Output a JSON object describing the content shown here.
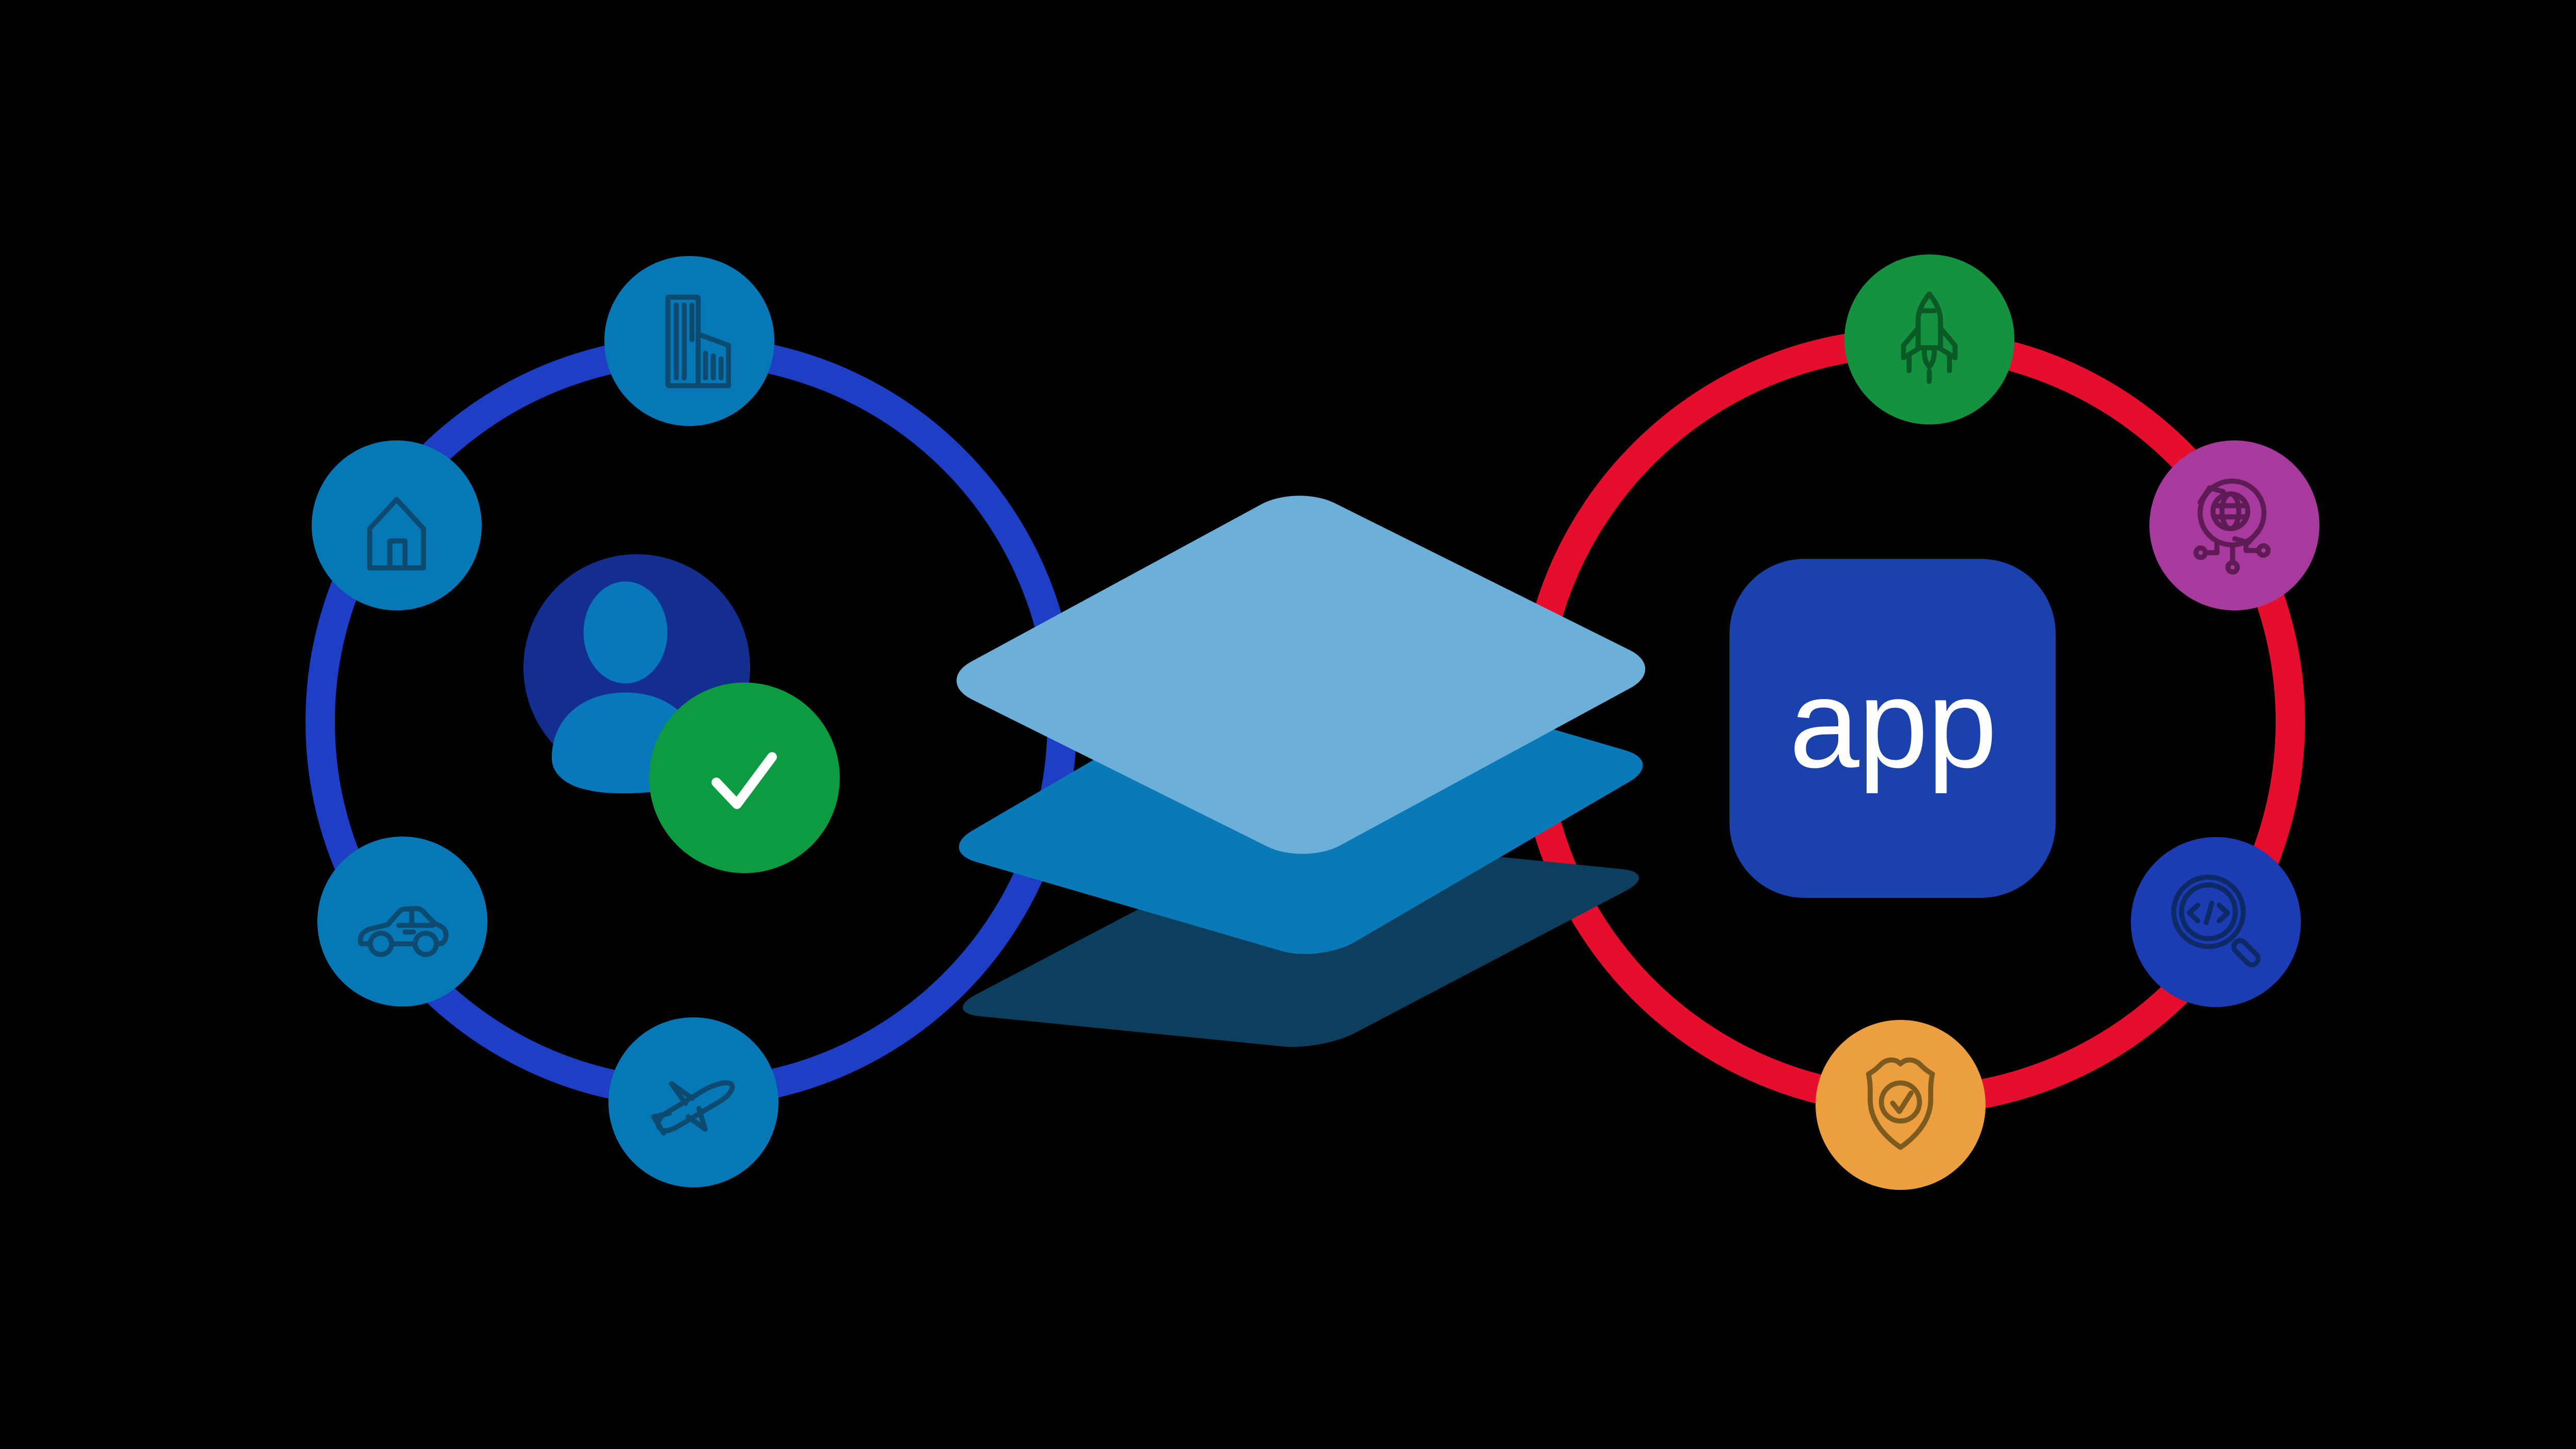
{
  "illustration": {
    "background_color": "#000000",
    "left_ring": {
      "ring_color": "#1e3ec6",
      "node_fill": "#0678b6",
      "node_stroke": "#0d4a70",
      "nodes": [
        {
          "label": "building",
          "icon": "building-icon",
          "position": "top"
        },
        {
          "label": "house",
          "icon": "house-icon",
          "position": "upper-left"
        },
        {
          "label": "car",
          "icon": "car-icon",
          "position": "lower-left"
        },
        {
          "label": "airplane",
          "icon": "airplane-icon",
          "position": "bottom"
        }
      ],
      "avatar": {
        "icon": "person-icon",
        "circle_color": "#132e8f",
        "person_color": "#0878ba"
      },
      "verified_badge": {
        "icon": "checkmark-icon",
        "circle_color": "#0d9b41",
        "check_color": "#ffffff"
      }
    },
    "layers_stack": {
      "icon": "layers-icon",
      "top_color": "#6cb0d9",
      "middle_color": "#0a79b8",
      "bottom_color": "#0c3f5e"
    },
    "right_ring": {
      "ring_color": "#e60e2d",
      "nodes": [
        {
          "label": "rocket",
          "icon": "rocket-icon",
          "position": "top",
          "fill": "#149240",
          "stroke": "#0a5a26"
        },
        {
          "label": "globe network",
          "icon": "globe-network-icon",
          "position": "upper-right",
          "fill": "#a93a9d",
          "stroke": "#5e1b55"
        },
        {
          "label": "code search",
          "icon": "code-search-icon",
          "position": "lower-right",
          "fill": "#1c3cb4",
          "stroke": "#0e2a66"
        },
        {
          "label": "shield check",
          "icon": "shield-check-icon",
          "position": "bottom",
          "fill": "#eb9f41",
          "stroke": "#7d5a1e"
        }
      ],
      "app_tile": {
        "label": "app",
        "fill": "#1a41ac",
        "text_color": "#ffffff"
      }
    }
  }
}
